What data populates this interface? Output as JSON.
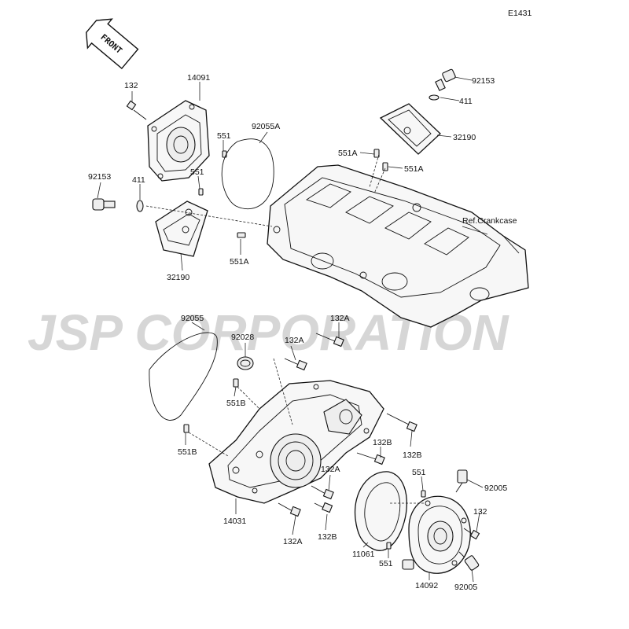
{
  "diagram_code": "E1431",
  "front_label": "FRONT",
  "reference": "Ref.Crankcase",
  "watermark": "JSP CORPORATION",
  "callouts": [
    {
      "id": "c1",
      "text": "132"
    },
    {
      "id": "c2",
      "text": "14091"
    },
    {
      "id": "c3",
      "text": "551"
    },
    {
      "id": "c4",
      "text": "551"
    },
    {
      "id": "c5",
      "text": "92055A"
    },
    {
      "id": "c6",
      "text": "92153"
    },
    {
      "id": "c7",
      "text": "411"
    },
    {
      "id": "c8",
      "text": "32190"
    },
    {
      "id": "c9",
      "text": "551A"
    },
    {
      "id": "c10",
      "text": "92153"
    },
    {
      "id": "c11",
      "text": "411"
    },
    {
      "id": "c12",
      "text": "32190"
    },
    {
      "id": "c13",
      "text": "551A"
    },
    {
      "id": "c14",
      "text": "551A"
    },
    {
      "id": "c15",
      "text": "92055"
    },
    {
      "id": "c16",
      "text": "132A"
    },
    {
      "id": "c17",
      "text": "92028"
    },
    {
      "id": "c18",
      "text": "132A"
    },
    {
      "id": "c19",
      "text": "551B"
    },
    {
      "id": "c20",
      "text": "551B"
    },
    {
      "id": "c21",
      "text": "132B"
    },
    {
      "id": "c22",
      "text": "132B"
    },
    {
      "id": "c23",
      "text": "132A"
    },
    {
      "id": "c24",
      "text": "14031"
    },
    {
      "id": "c25",
      "text": "132A"
    },
    {
      "id": "c26",
      "text": "132B"
    },
    {
      "id": "c27",
      "text": "551"
    },
    {
      "id": "c28",
      "text": "92005"
    },
    {
      "id": "c29",
      "text": "132"
    },
    {
      "id": "c30",
      "text": "11061"
    },
    {
      "id": "c31",
      "text": "551"
    },
    {
      "id": "c32",
      "text": "14092"
    },
    {
      "id": "c33",
      "text": "92005"
    }
  ]
}
